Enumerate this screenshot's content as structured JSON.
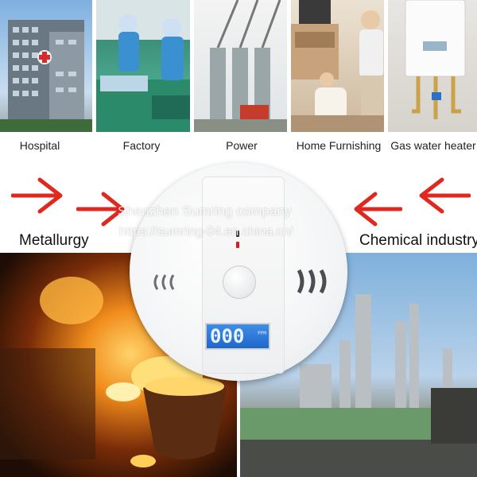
{
  "top_row": [
    {
      "label": "Hospital"
    },
    {
      "label": "Factory"
    },
    {
      "label": "Power"
    },
    {
      "label": "Home Furnishing"
    },
    {
      "label": "Gas water heater"
    }
  ],
  "bottom_left": {
    "label": "Metallurgy"
  },
  "bottom_right": {
    "label": "Chemical industry"
  },
  "detector": {
    "lcd_value": "000",
    "lcd_unit": "PPM"
  },
  "watermark": {
    "line1": "Shenzhen Sumring company",
    "line2": "https://sumring-04.en.china.cn/"
  },
  "colors": {
    "arrow": "#e0281e",
    "lcd": "#2b74d6"
  }
}
